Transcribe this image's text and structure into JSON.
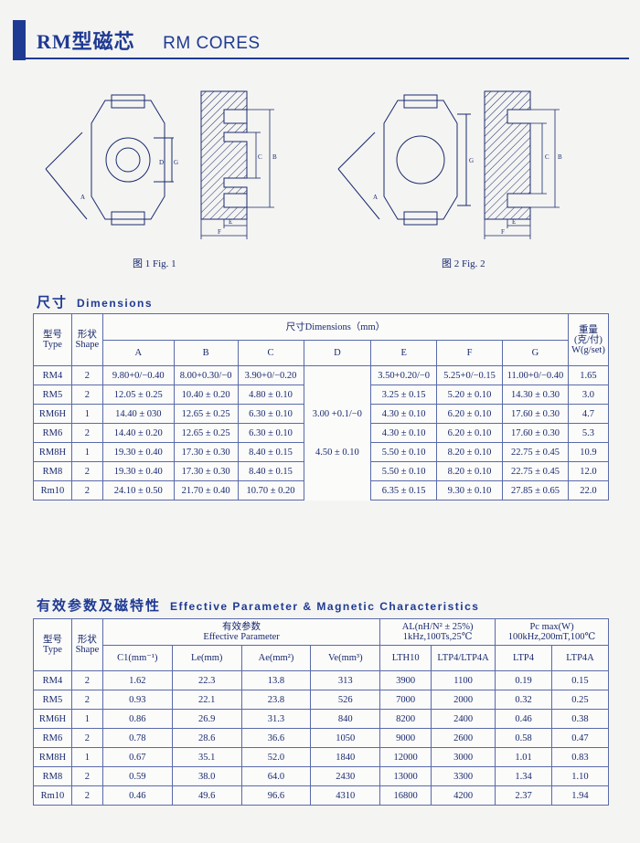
{
  "header": {
    "title_cn": "RM型磁芯",
    "title_en": "RM CORES"
  },
  "figures": {
    "fig1_caption": "图 1  Fig. 1",
    "fig2_caption": "图 2  Fig. 2"
  },
  "dimensions": {
    "section_cn": "尺寸",
    "section_en": "Dimensions",
    "col_type": "型号\nType",
    "col_shape": "形状\nShape",
    "col_dim_group": "尺寸Dimensions（mm）",
    "col_weight": "重量\n(克/付)\nW(g/set)",
    "letters": [
      "A",
      "B",
      "C",
      "D",
      "E",
      "F",
      "G"
    ],
    "rows": [
      {
        "type": "RM4",
        "shape": "2",
        "A": "9.80+0/−0.40",
        "B": "8.00+0.30/−0",
        "C": "3.90+0/−0.20",
        "D": "",
        "E": "3.50+0.20/−0",
        "F": "5.25+0/−0.15",
        "G": "11.00+0/−0.40",
        "W": "1.65"
      },
      {
        "type": "RM5",
        "shape": "2",
        "A": "12.05 ± 0.25",
        "B": "10.40 ± 0.20",
        "C": "4.80 ± 0.10",
        "D": "",
        "E": "3.25 ± 0.15",
        "F": "5.20 ± 0.10",
        "G": "14.30 ± 0.30",
        "W": "3.0"
      },
      {
        "type": "RM6H",
        "shape": "1",
        "A": "14.40 ± 030",
        "B": "12.65 ± 0.25",
        "C": "6.30 ± 0.10",
        "D": "3.00 +0.1/−0",
        "E": "4.30 ± 0.10",
        "F": "6.20 ± 0.10",
        "G": "17.60 ± 0.30",
        "W": "4.7"
      },
      {
        "type": "RM6",
        "shape": "2",
        "A": "14.40 ± 0.20",
        "B": "12.65 ± 0.25",
        "C": "6.30 ± 0.10",
        "D": "",
        "E": "4.30 ± 0.10",
        "F": "6.20 ± 0.10",
        "G": "17.60 ± 0.30",
        "W": "5.3"
      },
      {
        "type": "RM8H",
        "shape": "1",
        "A": "19.30 ± 0.40",
        "B": "17.30 ± 0.30",
        "C": "8.40 ± 0.15",
        "D": "4.50 ± 0.10",
        "E": "5.50 ± 0.10",
        "F": "8.20 ± 0.10",
        "G": "22.75 ± 0.45",
        "W": "10.9"
      },
      {
        "type": "RM8",
        "shape": "2",
        "A": "19.30 ± 0.40",
        "B": "17.30 ± 0.30",
        "C": "8.40 ± 0.15",
        "D": "",
        "E": "5.50 ± 0.10",
        "F": "8.20 ± 0.10",
        "G": "22.75 ± 0.45",
        "W": "12.0"
      },
      {
        "type": "Rm10",
        "shape": "2",
        "A": "24.10 ± 0.50",
        "B": "21.70 ± 0.40",
        "C": "10.70 ± 0.20",
        "D": "",
        "E": "6.35 ± 0.15",
        "F": "9.30 ± 0.10",
        "G": "27.85 ± 0.65",
        "W": "22.0"
      }
    ]
  },
  "effective": {
    "section_cn": "有效参数及磁特性",
    "section_en": "Effective Parameter & Magnetic Characteristics",
    "col_type": "型号\nType",
    "col_shape": "形状\nShape",
    "col_group": "有效参数\nEffective Parameter",
    "col_al": "AL(nH/N² ± 25%)\n1kHz,100Ts,25℃",
    "col_pc": "Pc max(W)\n100kHz,200mT,100℃",
    "sub": [
      "C1(mm⁻¹)",
      "Le(mm)",
      "Ae(mm²)",
      "Ve(mm³)",
      "LTH10",
      "LTP4/LTP4A",
      "LTP4",
      "LTP4A"
    ],
    "rows": [
      {
        "type": "RM4",
        "shape": "2",
        "c1": "1.62",
        "le": "22.3",
        "ae": "13.8",
        "ve": "313",
        "lth10": "3900",
        "ltp4a_al": "1100",
        "ltp4": "0.19",
        "ltp4a": "0.15"
      },
      {
        "type": "RM5",
        "shape": "2",
        "c1": "0.93",
        "le": "22.1",
        "ae": "23.8",
        "ve": "526",
        "lth10": "7000",
        "ltp4a_al": "2000",
        "ltp4": "0.32",
        "ltp4a": "0.25"
      },
      {
        "type": "RM6H",
        "shape": "1",
        "c1": "0.86",
        "le": "26.9",
        "ae": "31.3",
        "ve": "840",
        "lth10": "8200",
        "ltp4a_al": "2400",
        "ltp4": "0.46",
        "ltp4a": "0.38"
      },
      {
        "type": "RM6",
        "shape": "2",
        "c1": "0.78",
        "le": "28.6",
        "ae": "36.6",
        "ve": "1050",
        "lth10": "9000",
        "ltp4a_al": "2600",
        "ltp4": "0.58",
        "ltp4a": "0.47"
      },
      {
        "type": "RM8H",
        "shape": "1",
        "c1": "0.67",
        "le": "35.1",
        "ae": "52.0",
        "ve": "1840",
        "lth10": "12000",
        "ltp4a_al": "3000",
        "ltp4": "1.01",
        "ltp4a": "0.83"
      },
      {
        "type": "RM8",
        "shape": "2",
        "c1": "0.59",
        "le": "38.0",
        "ae": "64.0",
        "ve": "2430",
        "lth10": "13000",
        "ltp4a_al": "3300",
        "ltp4": "1.34",
        "ltp4a": "1.10"
      },
      {
        "type": "Rm10",
        "shape": "2",
        "c1": "0.46",
        "le": "49.6",
        "ae": "96.6",
        "ve": "4310",
        "lth10": "16800",
        "ltp4a_al": "4200",
        "ltp4": "2.37",
        "ltp4a": "1.94"
      }
    ]
  }
}
